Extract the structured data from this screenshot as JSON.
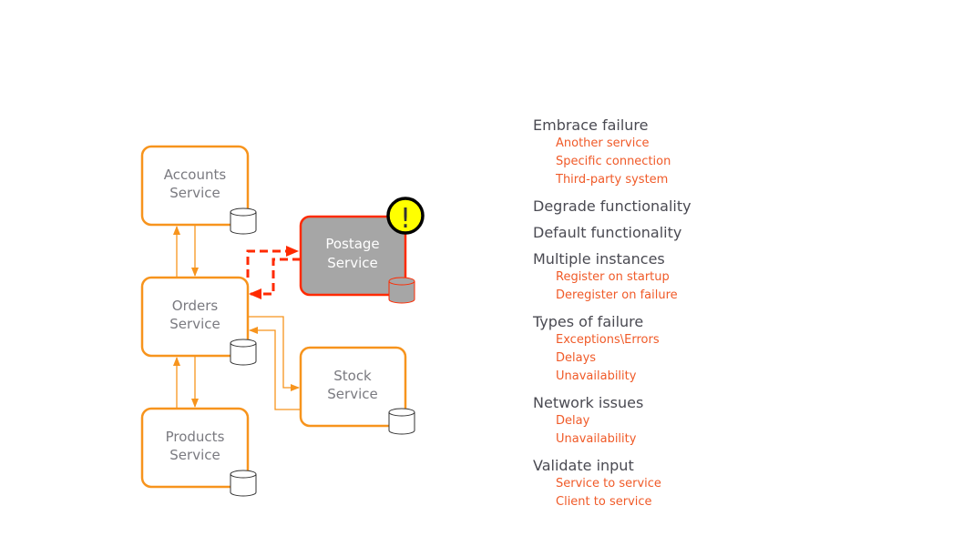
{
  "diagram": {
    "services": [
      {
        "id": "accounts",
        "line1": "Accounts",
        "line2": "Service",
        "state": "normal"
      },
      {
        "id": "orders",
        "line1": "Orders",
        "line2": "Service",
        "state": "normal"
      },
      {
        "id": "products",
        "line1": "Products",
        "line2": "Service",
        "state": "normal"
      },
      {
        "id": "postage",
        "line1": "Postage",
        "line2": "Service",
        "state": "failed"
      },
      {
        "id": "stock",
        "line1": "Stock",
        "line2": "Service",
        "state": "normal"
      }
    ],
    "connections": [
      {
        "from": "orders",
        "to": "accounts",
        "style": "solid"
      },
      {
        "from": "accounts",
        "to": "orders",
        "style": "solid"
      },
      {
        "from": "products",
        "to": "orders",
        "style": "solid"
      },
      {
        "from": "orders",
        "to": "products",
        "style": "solid"
      },
      {
        "from": "orders",
        "to": "stock",
        "style": "solid"
      },
      {
        "from": "stock",
        "to": "orders",
        "style": "solid"
      },
      {
        "from": "orders",
        "to": "postage",
        "style": "dashed"
      },
      {
        "from": "postage",
        "to": "orders",
        "style": "dashed"
      }
    ],
    "warning_icon": {
      "symbol": "!",
      "meaning": "warning-icon"
    },
    "colors": {
      "service_border": "#f7941d",
      "failed_border": "#ff2a00",
      "failed_fill": "#a6a6a6",
      "warning_fill": "#ffff00",
      "text_gray": "#7a7a80",
      "heading": "#4a4a52",
      "subitem": "#f05a28"
    }
  },
  "outline": [
    {
      "heading": "Embrace failure",
      "items": [
        "Another service",
        "Specific connection",
        "Third-party system"
      ]
    },
    {
      "heading": "Degrade functionality",
      "items": []
    },
    {
      "heading": "Default functionality",
      "items": []
    },
    {
      "heading": "Multiple instances",
      "items": [
        "Register on startup",
        "Deregister on failure"
      ]
    },
    {
      "heading": "Types of failure",
      "items": [
        "Exceptions\\Errors",
        "Delays",
        "Unavailability"
      ]
    },
    {
      "heading": "Network issues",
      "items": [
        "Delay",
        "Unavailability"
      ]
    },
    {
      "heading": "Validate input",
      "items": [
        "Service to service",
        "Client to service"
      ]
    }
  ]
}
